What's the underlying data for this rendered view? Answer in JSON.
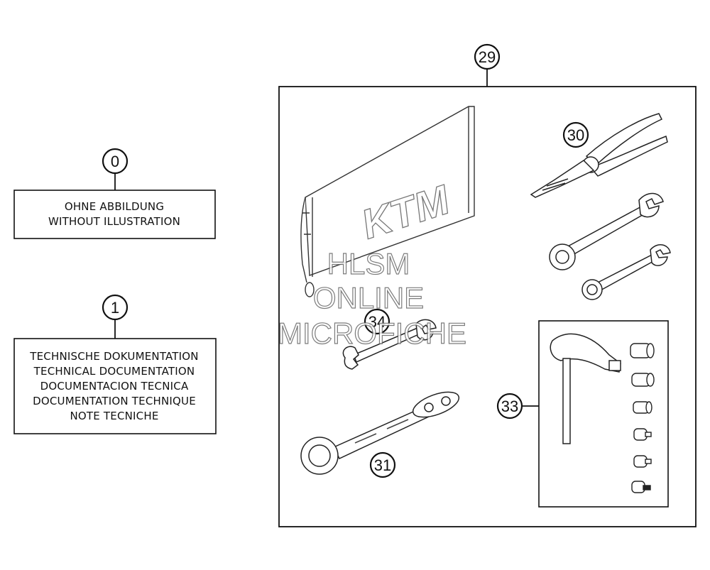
{
  "callouts": {
    "c0": "0",
    "c1": "1",
    "c29": "29",
    "c30": "30",
    "c31": "31",
    "c33": "33",
    "c34": "34"
  },
  "box0": {
    "lines": [
      "OHNE ABBILDUNG",
      "WITHOUT ILLUSTRATION"
    ]
  },
  "box1": {
    "lines": [
      "TECHNISCHE DOKUMENTATION",
      "TECHNICAL DOCUMENTATION",
      "DOCUMENTACION TECNICA",
      "DOCUMENTATION TECHNIQUE",
      "NOTE TECNICHE"
    ]
  },
  "manual": {
    "logo": "KTM"
  },
  "watermark": {
    "line1": "HLSM",
    "line2": "ONLINE",
    "line3": "MICROFICHE"
  }
}
